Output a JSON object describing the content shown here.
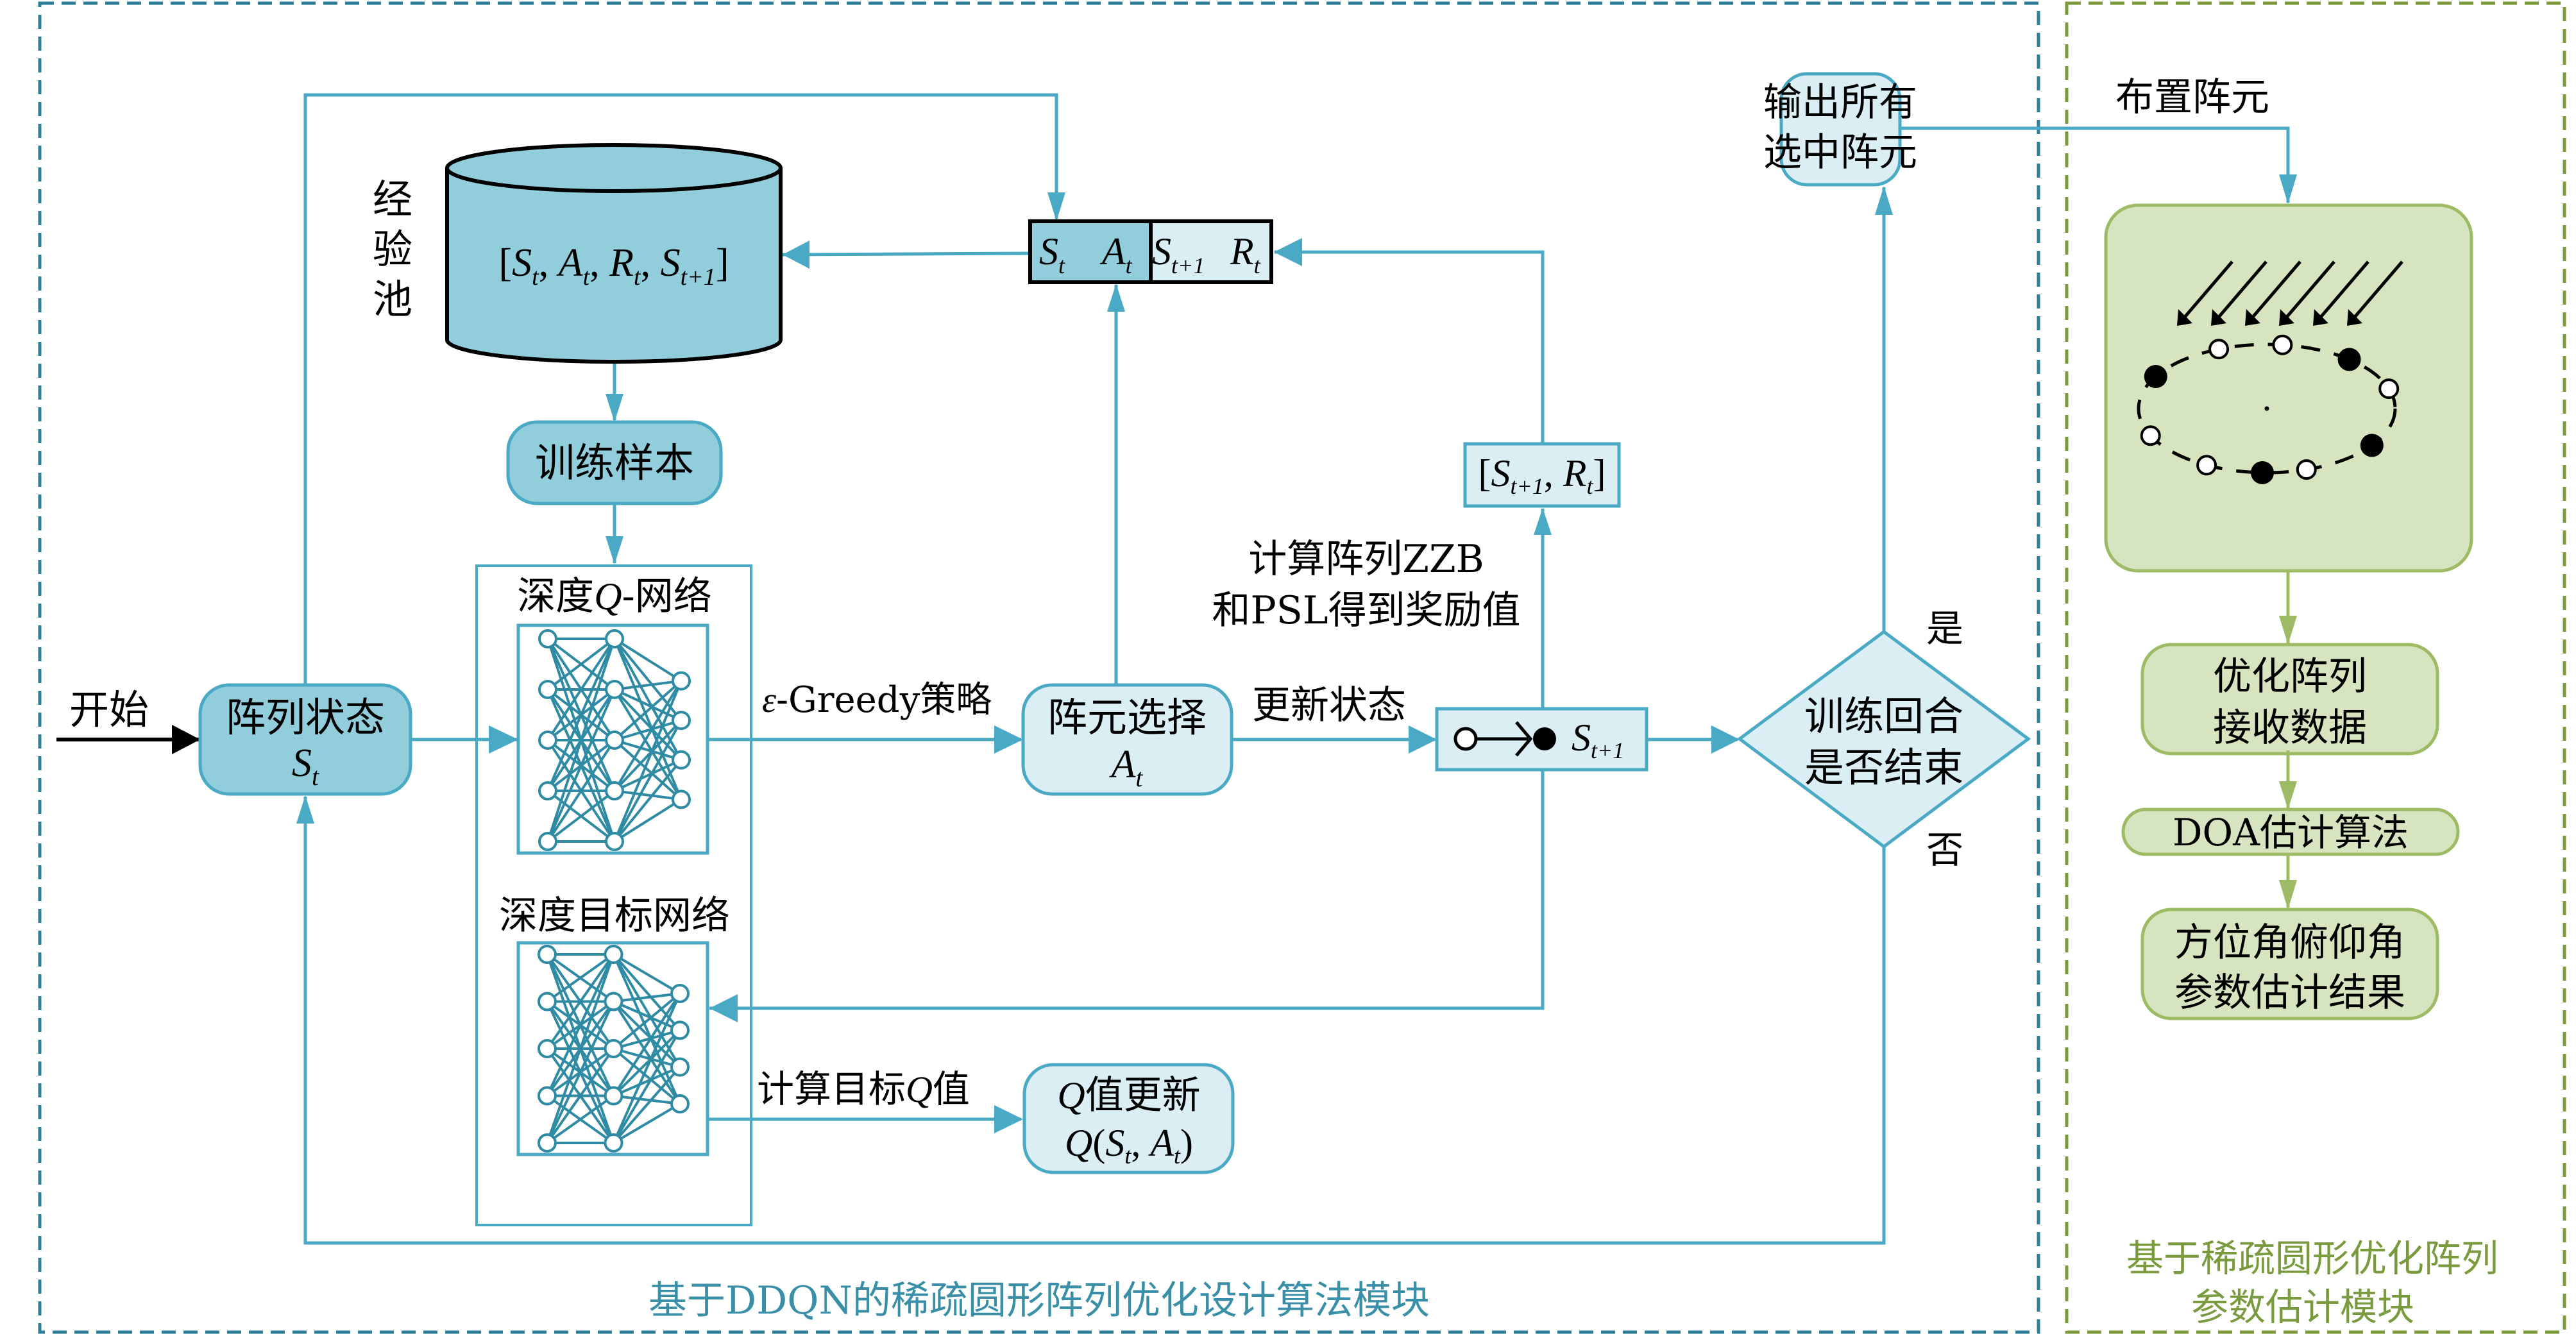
{
  "colors": {
    "flow_blue": "#4aa9c4",
    "node_dark_fill": "#92cddb",
    "node_light_fill": "#daeef4",
    "panel_blue_border": "#2f7f98",
    "panel_green_border": "#7c9a3c",
    "green_fill": "#d6e4bf",
    "green_stroke": "#9dbb64",
    "net_stroke": "#2e8ba3"
  },
  "left_panel": {
    "caption": "基于DDQN的稀疏圆形阵列优化设计算法模块"
  },
  "right_panel": {
    "caption_line1": "基于稀疏圆形优化阵列",
    "caption_line2": "参数估计模块"
  },
  "start_label": "开始",
  "state_node": {
    "label": "阵列状态",
    "symbol": "S",
    "subscript": "t"
  },
  "replay_pool": {
    "side_label": [
      "经",
      "验",
      "池"
    ],
    "tuple": {
      "open": "[",
      "close": "]",
      "items": [
        {
          "sym": "S",
          "sub": "t"
        },
        {
          "sym": "A",
          "sub": "t"
        },
        {
          "sym": "R",
          "sub": "t"
        },
        {
          "sym": "S",
          "sub": "t+1"
        }
      ]
    }
  },
  "training_sample": {
    "label": "训练样本"
  },
  "q_network": {
    "title_prefix": "深度",
    "title_q": "Q",
    "title_suffix": "-网络",
    "layers": [
      5,
      5,
      4
    ]
  },
  "target_network": {
    "title": "深度目标网络",
    "layers": [
      5,
      5,
      4
    ]
  },
  "transition_record": {
    "left": [
      {
        "sym": "S",
        "sub": "t"
      },
      {
        "sym": "A",
        "sub": "t"
      }
    ],
    "right": [
      {
        "sym": "S",
        "sub": "t+1"
      },
      {
        "sym": "R",
        "sub": "t"
      }
    ]
  },
  "policy_label": {
    "epsilon": "ε",
    "text": "-Greedy策略"
  },
  "action_node": {
    "label": "阵元选择",
    "symbol": "A",
    "subscript": "t"
  },
  "update_state_label": "更新状态",
  "state_update_node": {
    "symbol": "S",
    "subscript": "t+1"
  },
  "reward_label": {
    "line1": "计算阵列ZZB",
    "line2": "和PSL得到奖励值"
  },
  "next_reward_node": {
    "open": "[",
    "close": "]",
    "items": [
      {
        "sym": "S",
        "sub": "t+1"
      },
      {
        "sym": "R",
        "sub": "t"
      }
    ]
  },
  "decision_node": {
    "line1": "训练回合",
    "line2": "是否结束",
    "yes": "是",
    "no": "否"
  },
  "output_node": {
    "line1": "输出所有",
    "line2": "选中阵元"
  },
  "target_q_label": {
    "prefix": "计算目标",
    "q": "Q",
    "suffix": "值"
  },
  "q_update_node": {
    "line1_q": "Q",
    "line1_text": "值更新",
    "line2": {
      "q": "Q",
      "s": "S",
      "s_sub": "t",
      "a": "A",
      "a_sub": "t"
    }
  },
  "place_elements_label": "布置阵元",
  "array_illustration": {
    "incident_signal_count": 6,
    "elements": [
      {
        "angle_deg": 150,
        "selected": true
      },
      {
        "angle_deg": 112,
        "selected": false
      },
      {
        "angle_deg": 83,
        "selected": false
      },
      {
        "angle_deg": 50,
        "selected": true
      },
      {
        "angle_deg": 18,
        "selected": false
      },
      {
        "angle_deg": -35,
        "selected": true
      },
      {
        "angle_deg": -72,
        "selected": false
      },
      {
        "angle_deg": -92,
        "selected": true
      },
      {
        "angle_deg": -118,
        "selected": false
      },
      {
        "angle_deg": -155,
        "selected": false
      }
    ]
  },
  "optimized_array_node": {
    "line1": "优化阵列",
    "line2": "接收数据"
  },
  "doa_node": {
    "label": "DOA估计算法"
  },
  "result_node": {
    "line1": "方位角俯仰角",
    "line2": "参数估计结果"
  }
}
